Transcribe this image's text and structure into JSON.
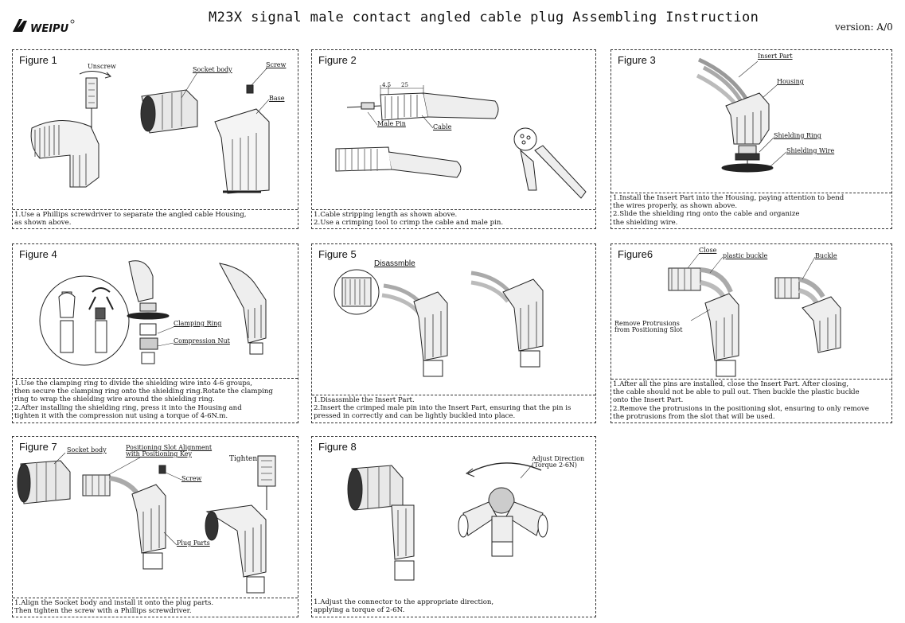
{
  "header": {
    "logo_text": "WEIPU",
    "title": "M23X signal male contact angled cable plug Assembling Instruction",
    "version": "version: A/0"
  },
  "figures": [
    {
      "title": "Figure 1",
      "labels": {
        "unscrew": "Unscrew",
        "socket_body": "Socket body",
        "screw": "Screw",
        "base": "Base"
      },
      "caption": [
        "1.Use a Phillips screwdriver to separate the angled cable Housing,",
        "as shown above."
      ]
    },
    {
      "title": "Figure 2",
      "labels": {
        "dim_a": "4.5",
        "dim_b": "25",
        "male_pin": "Male Pin",
        "cable": "Cable"
      },
      "caption": [
        "1.Cable stripping length as shown above.",
        "2.Use a crimping tool to crimp the cable and male pin."
      ]
    },
    {
      "title": "Figure 3",
      "labels": {
        "insert_part": "Insert Part",
        "housing": "Housing",
        "shielding_ring": "Shielding Ring",
        "shielding_wire": "Shielding Wire"
      },
      "caption": [
        "1.Install the Insert Part into the Housing, paying attention to bend",
        "the wires properly, as shown above.",
        "2.Slide the shielding ring onto the cable and organize",
        "the shielding wire."
      ]
    },
    {
      "title": "Figure 4",
      "labels": {
        "clamping_ring": "Clamping Ring",
        "compression_nut": "Compression Nut"
      },
      "caption": [
        "1.Use the clamping ring to divide the shielding wire into 4-6 groups,",
        "then secure the clamping ring onto the shielding ring.Rotate the clamping",
        "ring to wrap the shielding wire around the shielding ring.",
        "2.After installing the shielding ring, press it into the Housing and",
        "tighten it with the compression nut using a torque of 4-6N.m."
      ]
    },
    {
      "title": "Figure 5",
      "labels": {
        "disassmble": "Disassmble"
      },
      "caption": [
        "1.Disassmble the Insert Part.",
        "2.Insert the crimped male pin into the Insert Part, ensuring that the pin is",
        "pressed in correctly and can be lightly buckled into place."
      ]
    },
    {
      "title": "Figure6",
      "labels": {
        "close": "Close",
        "plastic_buckle": "plastic buckle",
        "buckle": "Buckle",
        "remove_1": "Remove Protrusions",
        "remove_2": "from Positioning Slot"
      },
      "caption": [
        "1.After all the pins are installed, close the Insert Part. After closing,",
        "the cable should not be able to pull out. Then buckle the plastic buckle",
        "onto the Insert Part.",
        "2.Remove the protrusions in the positioning slot, ensuring to only remove",
        "the protrusions from the slot that will be used."
      ]
    },
    {
      "title": "Figure 7",
      "labels": {
        "socket_body": "Socket body",
        "align_1": "Positioning Slot Alignment",
        "align_2": "with Positioning Key",
        "tighten": "Tighten",
        "screw": "Screw",
        "plug_parts": "Plug Parts"
      },
      "caption": [
        "1.Align the Socket body and install it onto the plug parts.",
        "Then tighten the screw with a Phillips screwdriver."
      ]
    },
    {
      "title": "Figure 8",
      "labels": {
        "adjust_1": "Adjust Direction",
        "adjust_2": "(Torque 2-6N)"
      },
      "caption": [
        "1.Adjust the connector to the appropriate direction,",
        "applying a torque of 2-6N."
      ]
    }
  ]
}
